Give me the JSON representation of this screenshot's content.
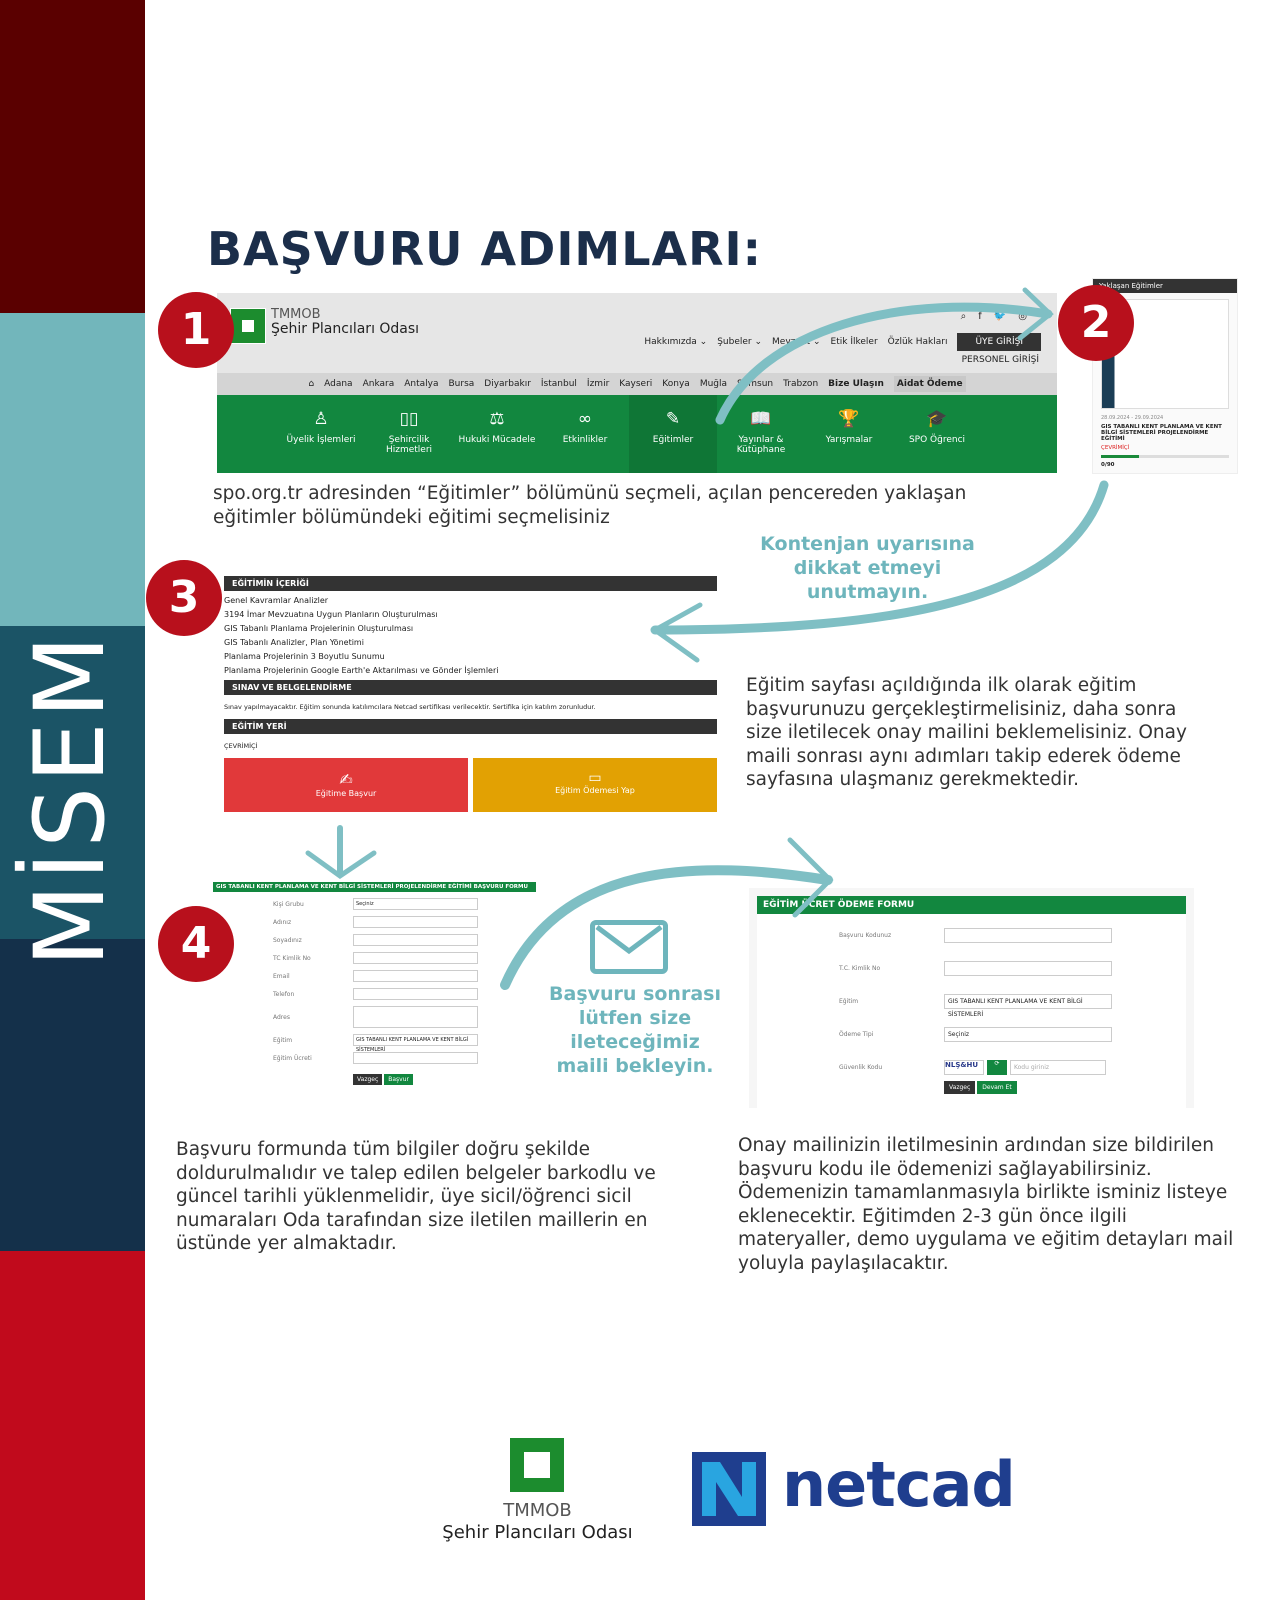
{
  "sidebar": {
    "brand": "MİSEM",
    "colors": [
      "#5a0000",
      "#72b6bb",
      "#1b5466",
      "#14304a",
      "#c10a1c"
    ]
  },
  "title": "BAŞVURU ADIMLARI:",
  "steps": [
    "1",
    "2",
    "3",
    "4"
  ],
  "step1": {
    "logo_top": "TMMOB",
    "logo_name": "Şehir Plancıları Odası",
    "nav": [
      "Hakkımızda ⌄",
      "Şubeler ⌄",
      "Mevzuat ⌄",
      "Etik İlkeler",
      "Özlük Hakları"
    ],
    "member_login": "ÜYE GİRİŞİ",
    "staff_login": "PERSONEL GİRİŞİ",
    "social": [
      "⌕",
      "f",
      "🐦",
      "◎"
    ],
    "cities": [
      "Adana",
      "Ankara",
      "Antalya",
      "Bursa",
      "Diyarbakır",
      "İstanbul",
      "İzmir",
      "Kayseri",
      "Konya",
      "Muğla",
      "Samsun",
      "Trabzon",
      "Bize Ulaşın",
      "Aidat Ödeme"
    ],
    "menu": [
      {
        "icon": "♙",
        "label": "Üyelik İşlemleri"
      },
      {
        "icon": "▯▯",
        "label": "Şehircilik Hizmetleri"
      },
      {
        "icon": "⚖",
        "label": "Hukuki Mücadele"
      },
      {
        "icon": "∞",
        "label": "Etkinlikler"
      },
      {
        "icon": "✎",
        "label": "Eğitimler"
      },
      {
        "icon": "📖",
        "label": "Yayınlar & Kütüphane"
      },
      {
        "icon": "🏆",
        "label": "Yarışmalar"
      },
      {
        "icon": "🎓",
        "label": "SPO Öğrenci"
      }
    ],
    "caption": "spo.org.tr adresinden “Eğitimler” bölümünü seçmeli, açılan pencereden yaklaşan eğitimler bölümündeki eğitimi seçmelisiniz"
  },
  "step2": {
    "header": "Yaklaşan Eğitimler",
    "dates": "28.09.2024 - 29.09.2024",
    "course": "GIS TABANLI KENT PLANLAMA VE KENT BİLGİ SİSTEMLERİ PROJELENDİRME EĞİTİMİ",
    "mode": "ÇEVRİMİÇİ",
    "quota": "0/90",
    "quota_fraction": 0.3,
    "note": "Kontenjan uyarısına dikkat etmeyi unutmayın."
  },
  "step3": {
    "content_header": "EĞİTİMİN İÇERİĞİ",
    "content_items": [
      "Genel Kavramlar Analizler",
      "3194 İmar Mevzuatına Uygun Planların Oluşturulması",
      "GIS Tabanlı Planlama Projelerinin Oluşturulması",
      "GIS Tabanlı Analizler, Plan Yönetimi",
      "Planlama Projelerinin 3 Boyutlu Sunumu",
      "Planlama Projelerinin Google Earth'e Aktarılması ve Gönder İşlemleri"
    ],
    "exam_header": "SINAV VE BELGELENDİRME",
    "exam_text": "Sınav yapılmayacaktır. Eğitim sonunda katılımcılara Netcad sertifikası verilecektir. Sertifika için katılım zorunludur.",
    "place_header": "EĞİTİM YERİ",
    "place": "ÇEVRİMİÇİ",
    "apply_button": "Eğitime Başvur",
    "pay_button": "Eğitim Ödemesi Yap",
    "caption": "Eğitim sayfası açıldığında ilk olarak eğitim başvurunuzu gerçekleştirmelisiniz, daha sonra size iletilecek onay mailini beklemelisiniz. Onay maili sonrası aynı adımları takip ederek ödeme sayfasına ulaşmanız gerekmektedir."
  },
  "step4": {
    "form_title": "GIS TABANLI KENT PLANLAMA VE KENT BİLGİ SİSTEMLERİ PROJELENDİRME EĞİTİMİ BAŞVURU FORMU",
    "fields": [
      {
        "label": "Kişi Grubu",
        "value": "Seçiniz"
      },
      {
        "label": "Adınız",
        "value": ""
      },
      {
        "label": "Soyadınız",
        "value": ""
      },
      {
        "label": "TC Kimlik No",
        "value": ""
      },
      {
        "label": "Email",
        "value": ""
      },
      {
        "label": "Telefon",
        "value": ""
      },
      {
        "label": "Adres",
        "value": ""
      },
      {
        "label": "Eğitim",
        "value": "GIS TABANLI KENT PLANLAMA VE KENT BİLGİ SİSTEMLERİ"
      },
      {
        "label": "Eğitim Ücreti",
        "value": ""
      }
    ],
    "cancel": "Vazgeç",
    "submit": "Başvur",
    "note": "Başvuru sonrası lütfen size ileteceğimiz maili bekleyin.",
    "caption": "Başvuru formunda tüm bilgiler doğru şekilde doldurulmalıdır ve talep edilen belgeler barkodlu ve güncel tarihli yüklenmelidir, üye sicil/öğrenci sicil numaraları Oda tarafından size iletilen maillerin en üstünde yer almaktadır."
  },
  "step5": {
    "form_title": "EĞİTİM ÜCRET ÖDEME FORMU",
    "fields": [
      {
        "label": "Başvuru Kodunuz",
        "value": ""
      },
      {
        "label": "T.C. Kimlik No",
        "value": ""
      },
      {
        "label": "Eğitim",
        "value": "GIS TABANLI KENT PLANLAMA VE KENT BİLGİ SİSTEMLERİ"
      },
      {
        "label": "Ödeme Tipi",
        "value": "Seçiniz"
      }
    ],
    "captcha_label": "Güvenlik Kodu",
    "captcha": "NLŞ&HU",
    "captcha_placeholder": "Kodu giriniz",
    "cancel": "Vazgeç",
    "submit": "Devam Et",
    "caption": "Onay mailinizin iletilmesinin ardından size bildirilen başvuru kodu ile ödemenizi sağlayabilirsiniz. Ödemenizin tamamlanmasıyla birlikte isminiz listeye eklenecektir. Eğitimden 2-3 gün önce ilgili materyaller, demo uygulama ve eğitim detayları mail yoluyla paylaşılacaktır."
  },
  "footer": {
    "spo_top": "TMMOB",
    "spo_name": "Şehir Plancıları Odası",
    "netcad": "netcad"
  }
}
